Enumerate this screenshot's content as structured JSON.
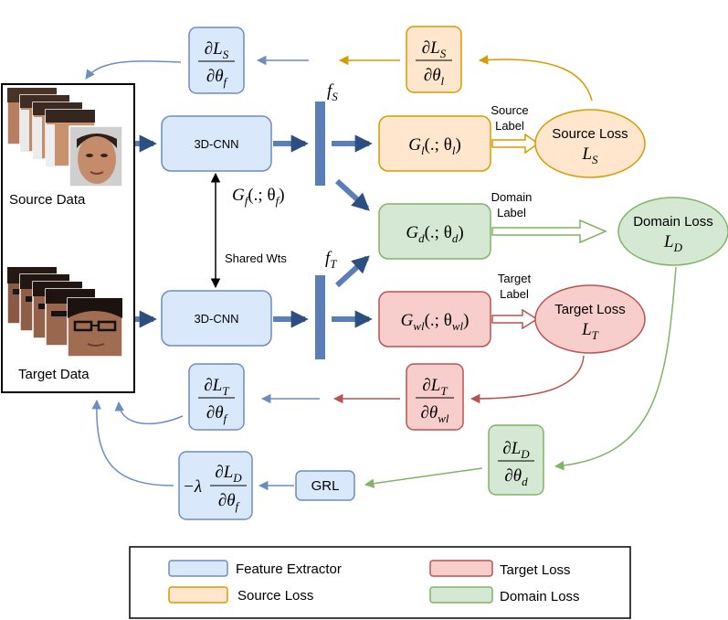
{
  "inputs": {
    "source_label": "Source Data",
    "target_label": "Target Data"
  },
  "extractor": {
    "top_label": "3D-CNN",
    "bottom_label": "3D-CNN",
    "shared_label": "Shared Wts",
    "function": {
      "base": "G",
      "sub": "f",
      "args": "(.; θ",
      "args_sub": "f",
      "close": ")"
    }
  },
  "features": {
    "source": {
      "base": "f",
      "sub": "S"
    },
    "target": {
      "base": "f",
      "sub": "T"
    }
  },
  "heads": {
    "label": {
      "base": "G",
      "sub": "l",
      "args": "(.; θ",
      "args_sub": "l",
      "close": ")"
    },
    "domain": {
      "base": "G",
      "sub": "d",
      "args": "(.; θ",
      "args_sub": "d",
      "close": ")"
    },
    "target": {
      "base": "G",
      "sub": "wl",
      "args": "(.; θ",
      "args_sub": "wl",
      "close": ")"
    }
  },
  "arrow_labels": {
    "source": [
      "Source",
      "Label"
    ],
    "domain": [
      "Domain",
      "Label"
    ],
    "target": [
      "Target",
      "Label"
    ]
  },
  "losses": {
    "source": {
      "title": "Source Loss",
      "sym": "L",
      "sub": "S"
    },
    "domain": {
      "title": "Domain Loss",
      "sym": "L",
      "sub": "D"
    },
    "target": {
      "title": "Target Loss",
      "sym": "L",
      "sub": "T"
    }
  },
  "gradients": {
    "dLs_dtheta_l": {
      "num": "∂L",
      "num_sub": "S",
      "den": "∂θ",
      "den_sub": "l"
    },
    "dLs_dtheta_f": {
      "num": "∂L",
      "num_sub": "S",
      "den": "∂θ",
      "den_sub": "f"
    },
    "dLt_dtheta_wl": {
      "num": "∂L",
      "num_sub": "T",
      "den": "∂θ",
      "den_sub": "wl"
    },
    "dLt_dtheta_f": {
      "num": "∂L",
      "num_sub": "T",
      "den": "∂θ",
      "den_sub": "f"
    },
    "dLd_dtheta_d": {
      "num": "∂L",
      "num_sub": "D",
      "den": "∂θ",
      "den_sub": "d"
    },
    "neg_lambda_dLd_dtheta_f": {
      "prefix": "−λ",
      "num": "∂L",
      "num_sub": "D",
      "den": "∂θ",
      "den_sub": "f"
    }
  },
  "grl": {
    "label": "GRL"
  },
  "legend": [
    {
      "label": "Feature Extractor",
      "fill": "#dae8fc",
      "stroke": "#6c8ebf"
    },
    {
      "label": "Target Loss",
      "fill": "#f8cecc",
      "stroke": "#b85450"
    },
    {
      "label": "Source Loss",
      "fill": "#ffe6cc",
      "stroke": "#d79b00"
    },
    {
      "label": "Domain Loss",
      "fill": "#d5e8d4",
      "stroke": "#82b366"
    }
  ],
  "colors": {
    "blue_fill": "#dae8fc",
    "blue_stroke": "#6c8ebf",
    "orange_fill": "#ffe6cc",
    "orange_stroke": "#d79b00",
    "red_fill": "#f8cecc",
    "red_stroke": "#b85450",
    "green_fill": "#d5e8d4",
    "green_stroke": "#82b366",
    "bar": "#5a7fb8"
  }
}
